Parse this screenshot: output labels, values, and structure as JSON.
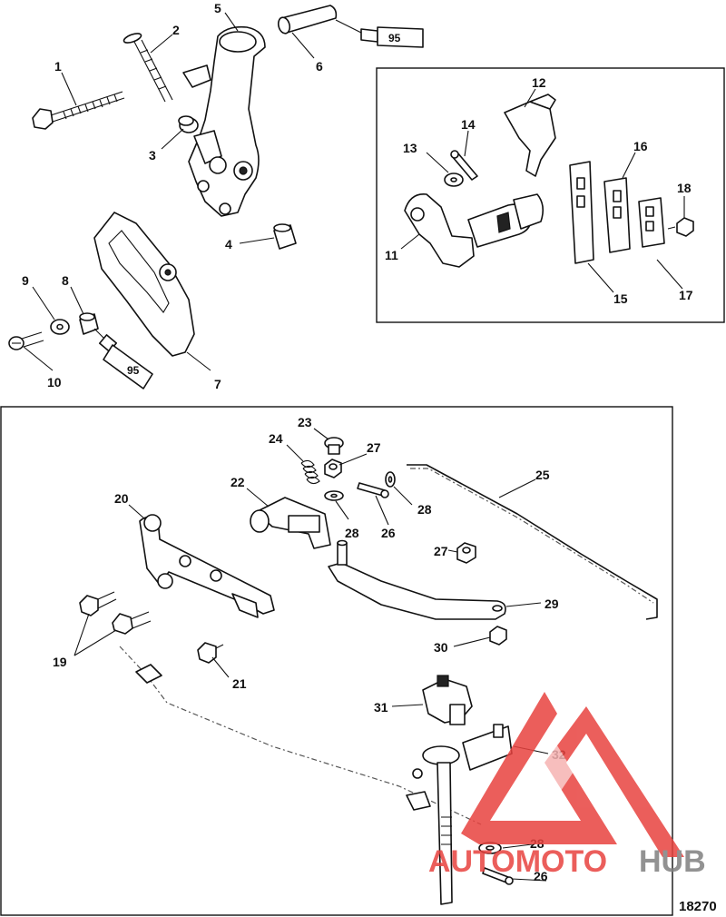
{
  "callouts": [
    {
      "id": "c1",
      "text": "1"
    },
    {
      "id": "c2",
      "text": "2"
    },
    {
      "id": "c3",
      "text": "3"
    },
    {
      "id": "c4",
      "text": "4"
    },
    {
      "id": "c5",
      "text": "5"
    },
    {
      "id": "c6",
      "text": "6"
    },
    {
      "id": "c7",
      "text": "7"
    },
    {
      "id": "c8",
      "text": "8"
    },
    {
      "id": "c9",
      "text": "9"
    },
    {
      "id": "c10",
      "text": "10"
    },
    {
      "id": "c11",
      "text": "11"
    },
    {
      "id": "c12",
      "text": "12"
    },
    {
      "id": "c13",
      "text": "13"
    },
    {
      "id": "c14",
      "text": "14"
    },
    {
      "id": "c15",
      "text": "15"
    },
    {
      "id": "c16",
      "text": "16"
    },
    {
      "id": "c17",
      "text": "17"
    },
    {
      "id": "c18",
      "text": "18"
    },
    {
      "id": "c19",
      "text": "19"
    },
    {
      "id": "c20",
      "text": "20"
    },
    {
      "id": "c21",
      "text": "21"
    },
    {
      "id": "c22",
      "text": "22"
    },
    {
      "id": "c23",
      "text": "23"
    },
    {
      "id": "c24",
      "text": "24"
    },
    {
      "id": "c25",
      "text": "25"
    },
    {
      "id": "c26a",
      "text": "26"
    },
    {
      "id": "c26b",
      "text": "26"
    },
    {
      "id": "c27a",
      "text": "27"
    },
    {
      "id": "c27b",
      "text": "27"
    },
    {
      "id": "c28a",
      "text": "28"
    },
    {
      "id": "c28b",
      "text": "28"
    },
    {
      "id": "c28c",
      "text": "28"
    },
    {
      "id": "c29",
      "text": "29"
    },
    {
      "id": "c30",
      "text": "30"
    },
    {
      "id": "c31",
      "text": "31"
    },
    {
      "id": "c32",
      "text": "32"
    }
  ],
  "lubricant_tubes": [
    {
      "id": "tube-top",
      "label": "95"
    },
    {
      "id": "tube-left",
      "label": "95"
    }
  ],
  "figure_number": "18270",
  "watermark": {
    "text_red": "AUTOMOTO",
    "text_gray": "HUB",
    "color_red": "#e8433f",
    "color_gray": "#808080",
    "color_yellow": "#f3c64a"
  }
}
